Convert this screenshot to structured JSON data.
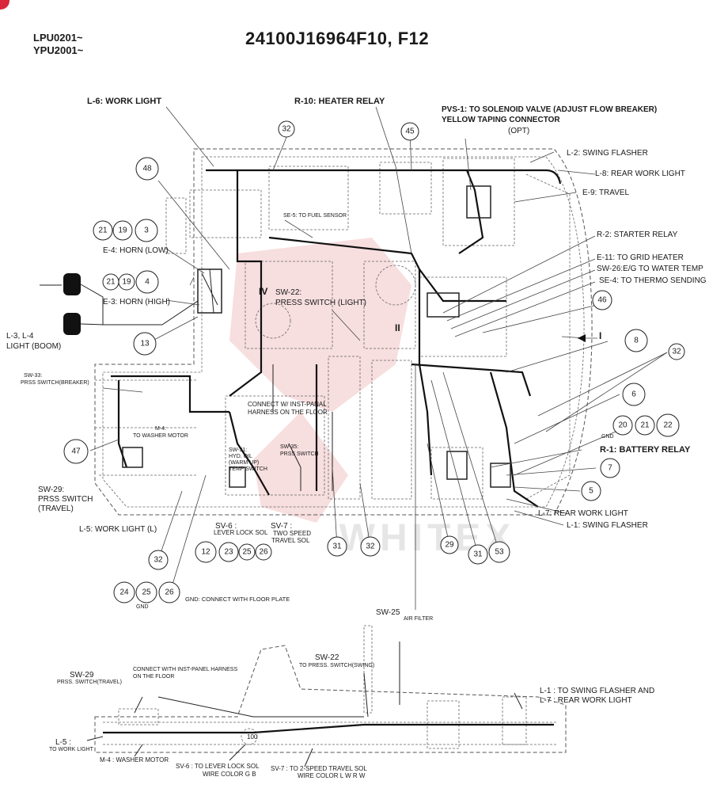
{
  "header": {
    "serial_line1": "LPU0201~",
    "serial_line2": "YPU2001~",
    "title": "24100J16964F10, F12"
  },
  "labels": {
    "l6_work_light": "L-6: WORK LIGHT",
    "r10_heater_relay": "R-10: HEATER RELAY",
    "pvs1_line1": "PVS-1: TO SOLENOID VALVE (ADJUST FLOW BREAKER)",
    "pvs1_line2": "YELLOW TAPING CONNECTOR",
    "pvs1_line3": "(OPT)",
    "l2_swing_flasher": "L-2: SWING FLASHER",
    "l8_rear_work_light": "L-8: REAR WORK LIGHT",
    "e9_travel": "E-9: TRAVEL",
    "se5_fuel_sensor": "SE-5: TO FUEL SENSOR",
    "e4_horn_low": "E-4: HORN (LOW)",
    "e3_horn_high": "E-3: HORN (HIGH)",
    "l3_l4_line1": "L-3, L-4",
    "l3_l4_line2": "LIGHT (BOOM)",
    "roman_iv": "IV",
    "sw22_line1": "SW-22:",
    "sw22_line2": "PRESS SWITCH (LIGHT)",
    "r2_starter_relay": "R-2: STARTER RELAY",
    "e11_grid_heater": "E-11: TO GRID HEATER",
    "sw26_water_temp": "SW-26:E/G TO WATER TEMP",
    "se4_thermo": "SE-4: TO THERMO SENDING",
    "roman_ii": "II",
    "roman_i": "I",
    "sw33_line1": "SW-33:",
    "sw33_line2": "PRSS SWITCH(BREAKER)",
    "m4_line1": "M-4:",
    "m4_line2": "TO WASHER MOTOR",
    "connect_line1": "CONNECT W/ INST-PANAL",
    "connect_line2": "HARNESS ON THE FLOOR",
    "sw31_line1": "SW-31:",
    "sw31_line2": "HYD. OIL",
    "sw31_line3": "(WARM UP)",
    "sw31_line4": "TEMP SWITCH",
    "sw35_line1": "SW-35:",
    "sw35_line2": "PRSS SWITCH",
    "gnd": "GND",
    "r1_battery_relay": "R-1: BATTERY RELAY",
    "sw29_line1": "SW-29:",
    "sw29_line2": "PRSS SWITCH",
    "sw29_line3": "(TRAVEL)",
    "l5_work_light_l": "L-5: WORK LIGHT (L)",
    "sw6_line1": "SV-6 :",
    "sw6_line2": "LEVER LOCK SOL",
    "sv7_line1": "SV-7 :",
    "sv7_line2": "TWO SPEED",
    "sv7_line3": "TRAVEL SOL",
    "l7_rear_work_light": "L-7: REAR WORK LIGHT",
    "l1_swing_flasher": "L-1: SWING FLASHER",
    "gnd_floor_plate": "GND: CONNECT WITH FLOOR PLATE",
    "gnd_small": "GND",
    "watermark": "WHITEX"
  },
  "lower_view": {
    "sw25": "SW-25",
    "air_filter": "AIR FILTER",
    "sw22_line1": "SW-22",
    "sw22_line2": "TO PRESS. SWITCH(SWING)",
    "connect_line1": "CONNECT WITH INST-PANEL HARNESS",
    "connect_line2": "ON THE FLOOR",
    "sw29_line1": "SW-29",
    "sw29_line2": "PRSS. SWITCH(TRAVEL)",
    "l1_line1": "L-1 : TO SWING FLASHER AND",
    "l1_line2": "L-7 : REAR WORK LIGHT",
    "l5_line1": "L-5 :",
    "l5_line2": "TO WORK LIGHT",
    "m4": "M-4 : WASHER MOTOR",
    "sv6_line1": "SV-6 : TO LEVER LOCK SOL",
    "sv6_line2": "WIRE COLOR  G  B",
    "sv7_line1": "SV-7 : TO 2-SPEED TRAVEL SOL",
    "sv7_line2": "WIRE COLOR  L W  R W",
    "boss_number": "100"
  },
  "callouts": {
    "c32_top": "32",
    "c45": "45",
    "c48": "48",
    "c21a": "21",
    "c19a": "19",
    "c3": "3",
    "c21b": "21",
    "c19b": "19",
    "c4": "4",
    "c13": "13",
    "c46": "46",
    "c8": "8",
    "c32_right": "32",
    "c6": "6",
    "c20": "20",
    "c21c": "21",
    "c22": "22",
    "c7": "7",
    "c5": "5",
    "c47": "47",
    "c32_left": "32",
    "c12": "12",
    "c23": "23",
    "c25a": "25",
    "c26a": "26",
    "c24": "24",
    "c25b": "25",
    "c26b": "26",
    "c31a": "31",
    "c32_mid": "32",
    "c29": "29",
    "c31b": "31",
    "c53": "53"
  }
}
